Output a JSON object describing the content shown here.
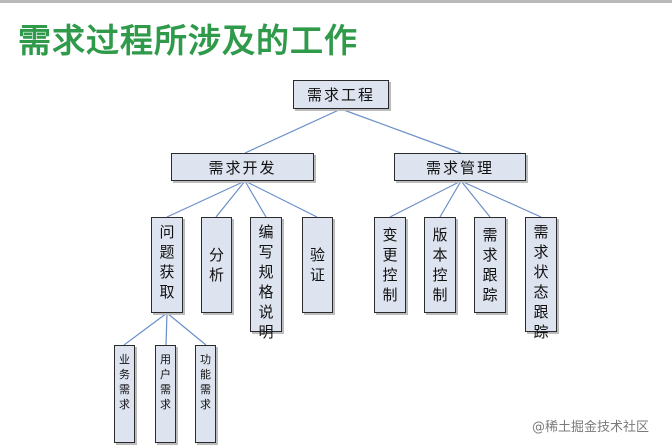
{
  "slide": {
    "title": "需求过程所涉及的工作"
  },
  "diagram": {
    "root": "需求工程",
    "development": {
      "label": "需求开发",
      "children": [
        "问题获取",
        "分析",
        "编写规格说明",
        "验证"
      ]
    },
    "management": {
      "label": "需求管理",
      "children": [
        "变更控制",
        "版本控制",
        "需求跟踪",
        "需求状态跟踪"
      ]
    },
    "acquisition_children": [
      "业务需求",
      "用户需求",
      "功能需求"
    ]
  },
  "watermark": "@稀土掘金技术社区",
  "colors": {
    "title": "#2e9a4a",
    "box_fill": "#dde3ef",
    "connector": "#6a8fc8"
  }
}
